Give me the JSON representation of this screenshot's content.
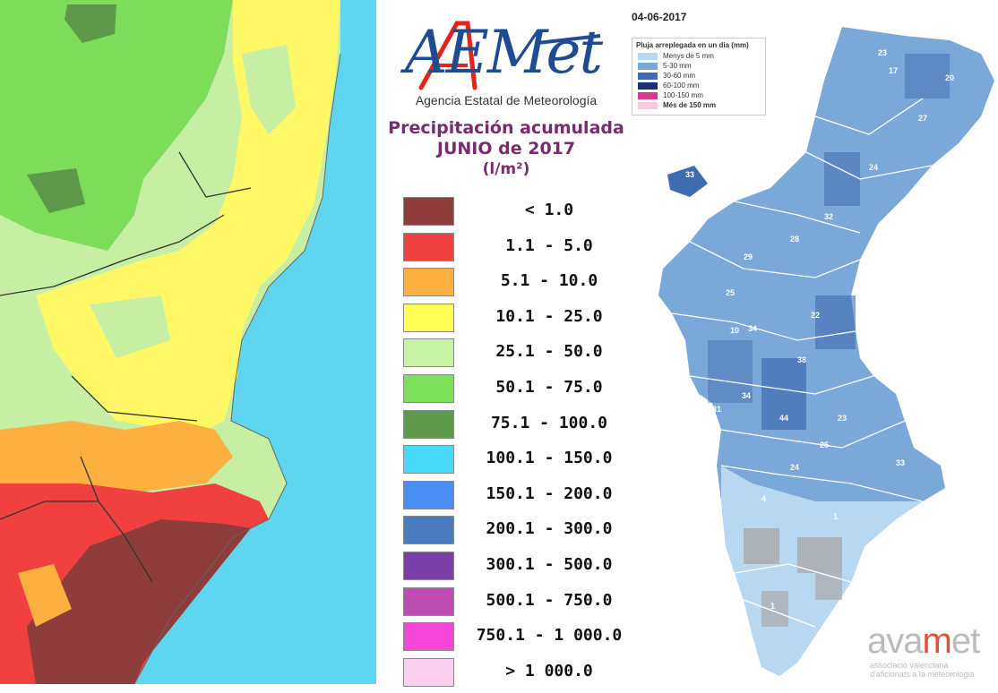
{
  "aemet": {
    "logo_text": "AEMet",
    "agency": "Agencia Estatal de Meteorología",
    "title_line1": "Precipitación acumulada",
    "title_line2": "JUNIO de 2017",
    "title_unit": "(l/m²)",
    "legend": [
      {
        "label": "< 1.0",
        "color": "#8e3c3c"
      },
      {
        "label": "1.1 - 5.0",
        "color": "#f04040"
      },
      {
        "label": "5.1 - 10.0",
        "color": "#fbb040"
      },
      {
        "label": "10.1 - 25.0",
        "color": "#ffff55"
      },
      {
        "label": "25.1 - 50.0",
        "color": "#c8f2a4"
      },
      {
        "label": "50.1 - 75.0",
        "color": "#7de05a"
      },
      {
        "label": "75.1 - 100.0",
        "color": "#5e9a4a"
      },
      {
        "label": "100.1 - 150.0",
        "color": "#48d8f8"
      },
      {
        "label": "150.1 - 200.0",
        "color": "#4a8ef5"
      },
      {
        "label": "200.1 - 300.0",
        "color": "#4a7cbf"
      },
      {
        "label": "300.1 - 500.0",
        "color": "#7b3fa8"
      },
      {
        "label": "500.1 - 750.0",
        "color": "#bf4cb2"
      },
      {
        "label": "750.1 - 1 000.0",
        "color": "#f548d8"
      },
      {
        "label": "> 1 000.0",
        "color": "#fbcfee"
      }
    ]
  },
  "avamet": {
    "date": "04-06-2017",
    "legend_title": "Pluja arreplegada en un dia (mm)",
    "legend": [
      {
        "label": "Menys de 5 mm",
        "color": "#b8d8f2"
      },
      {
        "label": "5-30 mm",
        "color": "#7aa8d8"
      },
      {
        "label": "30-60 mm",
        "color": "#3f6bb0"
      },
      {
        "label": "60-100 mm",
        "color": "#1b2f7a"
      },
      {
        "label": "100-150 mm",
        "color": "#d63a8c"
      },
      {
        "label": "Més de 150 mm",
        "color": "#f8c8dc"
      }
    ],
    "logo_a": "ava",
    "logo_b": "m",
    "logo_c": "et",
    "sub1": "associació valenciana",
    "sub2": "d'aficionats a la meteorologia"
  }
}
